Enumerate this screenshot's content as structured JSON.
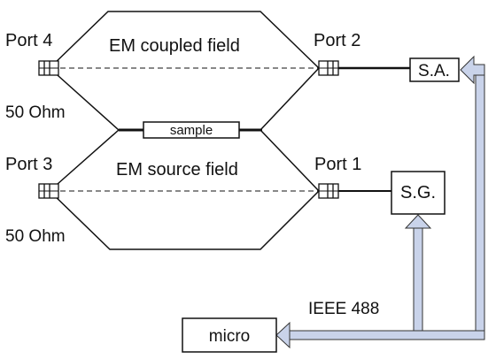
{
  "labels": {
    "port4": "Port 4",
    "port2": "Port 2",
    "port3": "Port 3",
    "port1": "Port 1",
    "ohm_top": "50 Ohm",
    "ohm_bottom": "50 Ohm",
    "coupled_field": "EM coupled field",
    "source_field": "EM source field",
    "sample": "sample",
    "spectrum_analyzer": "S.A.",
    "signal_generator": "S.G.",
    "bus": "IEEE 488",
    "micro": "micro"
  },
  "colors": {
    "line": "#111111",
    "bus_fill": "#c9d3ea",
    "bus_stroke": "#333333"
  }
}
